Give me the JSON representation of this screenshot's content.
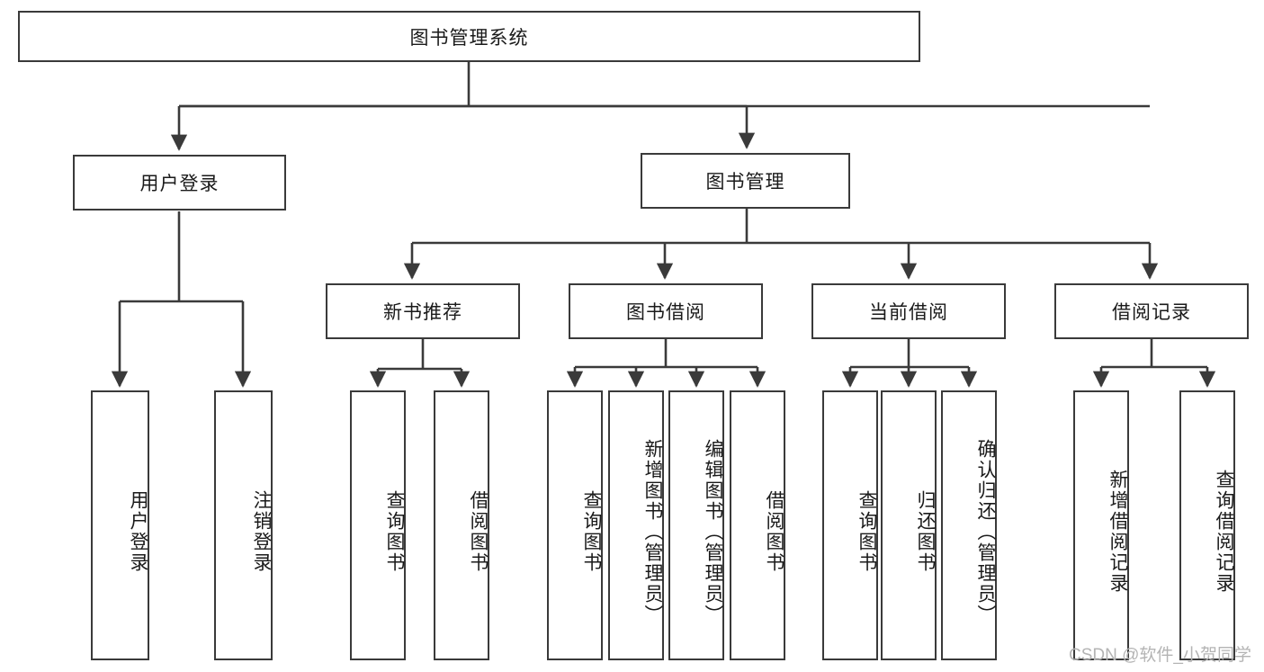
{
  "diagram": {
    "type": "tree-hierarchy",
    "title": "图书管理系统",
    "watermark": "CSDN @软件_小贺同学",
    "colors": {
      "box_border": "#3a3a3a",
      "box_fill": "#ffffff",
      "edge": "#3a3a3a",
      "text": "#1a1a1a",
      "watermark": "#b4b4b4",
      "background": "#ffffff"
    },
    "nodes": {
      "root": {
        "label": "图书管理系统",
        "level": 0,
        "orientation": "horizontal"
      },
      "user_login": {
        "label": "用户登录",
        "level": 1,
        "orientation": "horizontal"
      },
      "book_manage": {
        "label": "图书管理",
        "level": 1,
        "orientation": "horizontal"
      },
      "new_book_rec": {
        "label": "新书推荐",
        "level": 2,
        "orientation": "horizontal"
      },
      "book_borrow": {
        "label": "图书借阅",
        "level": 2,
        "orientation": "horizontal"
      },
      "current_borrow": {
        "label": "当前借阅",
        "level": 2,
        "orientation": "horizontal"
      },
      "borrow_record": {
        "label": "借阅记录",
        "level": 2,
        "orientation": "horizontal"
      },
      "leaf_user_login": {
        "label": "用户登录",
        "level": 2,
        "orientation": "vertical"
      },
      "leaf_logout": {
        "label": "注销登录",
        "level": 2,
        "orientation": "vertical"
      },
      "leaf_query_book_1": {
        "label": "查询图书",
        "level": 3,
        "orientation": "vertical"
      },
      "leaf_borrow_book_1": {
        "label": "借阅图书",
        "level": 3,
        "orientation": "vertical"
      },
      "leaf_query_book_2": {
        "label": "查询图书",
        "level": 3,
        "orientation": "vertical"
      },
      "leaf_add_book": {
        "label": "新增图书（管理员）",
        "level": 3,
        "orientation": "vertical"
      },
      "leaf_edit_book": {
        "label": "编辑图书（管理员）",
        "level": 3,
        "orientation": "vertical"
      },
      "leaf_borrow_book_2": {
        "label": "借阅图书",
        "level": 3,
        "orientation": "vertical"
      },
      "leaf_query_book_3": {
        "label": "查询图书",
        "level": 3,
        "orientation": "vertical"
      },
      "leaf_return_book": {
        "label": "归还图书",
        "level": 3,
        "orientation": "vertical"
      },
      "leaf_confirm_return": {
        "label": "确认归还（管理员）",
        "level": 3,
        "orientation": "vertical"
      },
      "leaf_add_record": {
        "label": "新增借阅记录",
        "level": 3,
        "orientation": "vertical"
      },
      "leaf_query_record": {
        "label": "查询借阅记录",
        "level": 3,
        "orientation": "vertical"
      }
    },
    "edges": [
      {
        "from": "root",
        "to": "user_login"
      },
      {
        "from": "root",
        "to": "book_manage"
      },
      {
        "from": "user_login",
        "to": "leaf_user_login"
      },
      {
        "from": "user_login",
        "to": "leaf_logout"
      },
      {
        "from": "book_manage",
        "to": "new_book_rec"
      },
      {
        "from": "book_manage",
        "to": "book_borrow"
      },
      {
        "from": "book_manage",
        "to": "current_borrow"
      },
      {
        "from": "book_manage",
        "to": "borrow_record"
      },
      {
        "from": "new_book_rec",
        "to": "leaf_query_book_1"
      },
      {
        "from": "new_book_rec",
        "to": "leaf_borrow_book_1"
      },
      {
        "from": "book_borrow",
        "to": "leaf_query_book_2"
      },
      {
        "from": "book_borrow",
        "to": "leaf_add_book"
      },
      {
        "from": "book_borrow",
        "to": "leaf_edit_book"
      },
      {
        "from": "book_borrow",
        "to": "leaf_borrow_book_2"
      },
      {
        "from": "current_borrow",
        "to": "leaf_query_book_3"
      },
      {
        "from": "current_borrow",
        "to": "leaf_return_book"
      },
      {
        "from": "current_borrow",
        "to": "leaf_confirm_return"
      },
      {
        "from": "borrow_record",
        "to": "leaf_add_record"
      },
      {
        "from": "borrow_record",
        "to": "leaf_query_record"
      }
    ]
  }
}
